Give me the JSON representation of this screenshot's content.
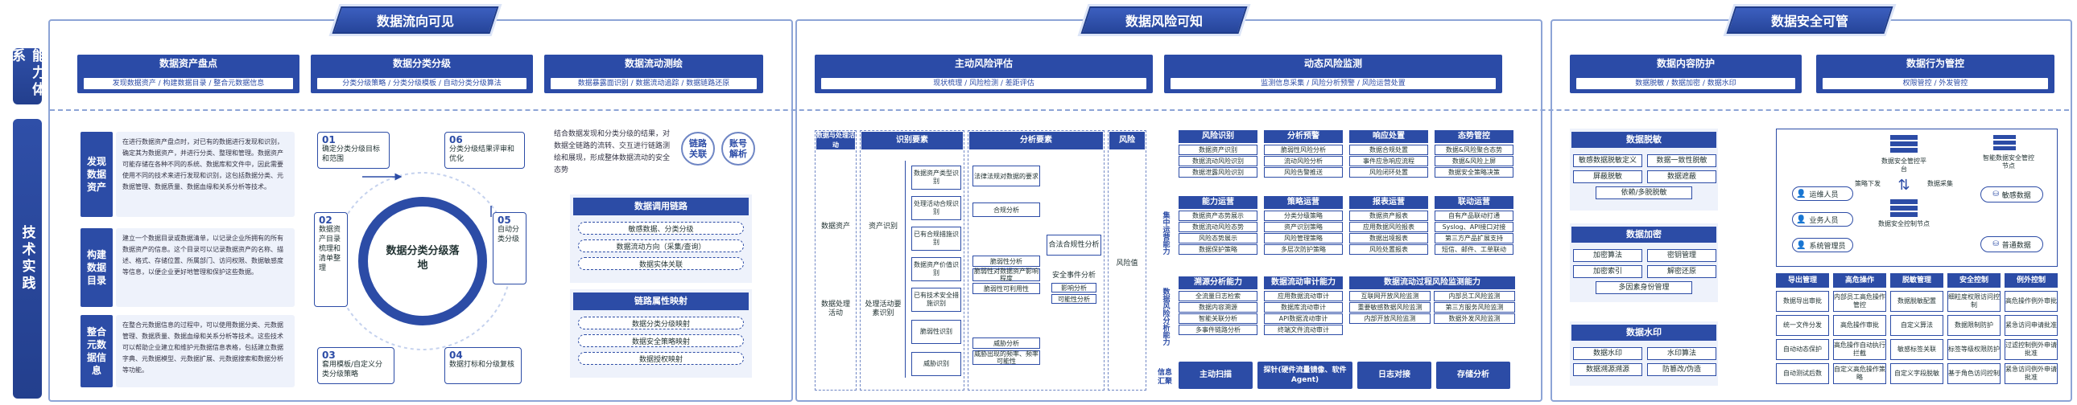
{
  "sections": {
    "s1": "数据流向可见",
    "s2": "数据风险可知",
    "s3": "数据安全可管"
  },
  "rows": {
    "cap": "能力体系",
    "tech": "技术实践"
  },
  "caps": [
    {
      "t": "数据资产盘点",
      "s": "发现数据资产 / 构建数据目录 / 整合元数据信息"
    },
    {
      "t": "数据分类分级",
      "s": "分类分级策略 / 分类分级模板 / 自动分类分级算法"
    },
    {
      "t": "数据流动测绘",
      "s": "数据暴露面识别 / 数据流动追踪 / 数据链路还原"
    },
    {
      "t": "主动风险评估",
      "s": "现状梳理 / 风险检测 / 差距评估"
    },
    {
      "t": "动态风险监测",
      "s": "监测信息采集 / 风险分析预警 / 风险运营处置"
    },
    {
      "t": "数据内容防护",
      "s": "数据脱敏 / 数据加密 / 数据水印"
    },
    {
      "t": "数据行为管控",
      "s": "权限管控 / 外发管控"
    }
  ],
  "left": {
    "items": [
      {
        "title": "发现数据资产",
        "text": "在进行数据资产盘点时，对已有的数据进行发现和识别，确定其为数据资产，并进行分类、整理和管理。数据资产可能存储在各种不同的系统、数据库和文件中，因此需要使用不同的技术来进行发现和识别，这包括数据分类、元数据管理、数据质量、数据血缘和关系分析等技术。"
      },
      {
        "title": "构建数据目录",
        "text": "建立一个数据目录或数据清单，以记录企业所拥有的所有数据资产的信息。这个目录可以记录数据资产的名称、描述、格式、存储位置、所属部门、访问权限、数据敏感度等信息，以便企业更好地管理和保护这些数据。"
      },
      {
        "title": "整合元数据信息",
        "text": "在整合元数据信息的过程中，可以使用数据分类、元数据管理、数据质量、数据血缘和关系分析等技术。这些技术可以帮助企业建立和维护元数据信息表格，包括建立数据字典、元数据模型、元数据扩展、元数据搜索和数据分析等功能。"
      }
    ],
    "center": "数据分类分级落地",
    "steps": [
      {
        "n": "01",
        "t": "确定分类分级目标和范围"
      },
      {
        "n": "02",
        "t": "数据资产目录梳理和清单整理"
      },
      {
        "n": "03",
        "t": "套用模板/自定义分类分级策略"
      },
      {
        "n": "04",
        "t": "数据打标和分级复核"
      },
      {
        "n": "05",
        "t": "自动分类分级"
      },
      {
        "n": "06",
        "t": "分类分级结果评审和优化"
      }
    ],
    "flowText": "结合数据发现和分类分级的结果，对数据全链路的流转、交互进行链路测绘和展现，形成整体数据流动的安全态势",
    "badges": [
      "链路关联",
      "账号解析"
    ],
    "g1": {
      "title": "数据调用链路",
      "items": [
        "敏感数据、分类分级",
        "数据流动方向（采集/查询）",
        "数据实体关联"
      ]
    },
    "g2": {
      "title": "链路属性映射",
      "items": [
        "数据分类分级映射",
        "数据安全策略映射",
        "数据授权映射"
      ]
    }
  },
  "mid": {
    "flow": {
      "lane1": "数据与处理活动",
      "lane2": "识别要素",
      "lane3": "分析要素",
      "lane4": "风险",
      "n1": "数据资产",
      "n2": "数据处理活动",
      "n3": "资产识别",
      "n4": "处理活动要素识别",
      "e": [
        "数据资产类型识别",
        "处理活动合规识别",
        "已有合规措施识别",
        "数据资产价值识别",
        "已有技术安全措施识别",
        "脆弱性识别",
        "威胁识别"
      ],
      "a": [
        "法律法规对数据的要求",
        "合规分析",
        "脆弱性分析",
        "脆弱性对数据资产影响程度",
        "脆弱性可利用性",
        "威胁分析",
        "威胁出现的频率、频率可能性"
      ],
      "c1": "合法合规性分析",
      "c2": "安全事件分析",
      "c3": "影响分析",
      "c4": "可能性分析",
      "risk": "风险值"
    },
    "sideA": "集中运营能力",
    "sideB": "数据风险分析能力",
    "sideC": "信息汇聚",
    "grid1": [
      {
        "t": "风险识别",
        "i": [
          "数据资产识别",
          "数据流动风险识别",
          "数据泄露风险识别"
        ]
      },
      {
        "t": "分析预警",
        "i": [
          "脆弱性风险分析",
          "流动风险分析",
          "风险告警推送"
        ]
      },
      {
        "t": "响应处置",
        "i": [
          "数据合规处置",
          "事件应急响应流程",
          "风险闭环处置"
        ]
      },
      {
        "t": "态势管控",
        "i": [
          "数据&风险聚合态势",
          "数据&风险上屏",
          "数据安全策略决策"
        ]
      }
    ],
    "grid2": [
      {
        "t": "能力运营",
        "i": [
          "数据资产态势展示",
          "数据流动风险态势",
          "风险态势展示",
          "数据保护策略"
        ]
      },
      {
        "t": "策略运营",
        "i": [
          "分类分级策略",
          "资产识别策略",
          "风险管理策略",
          "多层次防护策略"
        ]
      },
      {
        "t": "报表运营",
        "i": [
          "数据资产报表",
          "应用数据风险报表",
          "数据出境报表",
          "风险处置报表"
        ]
      },
      {
        "t": "联动运营",
        "i": [
          "自有产品联动打通",
          "Syslog、API接口对接",
          "第三方产品扩展支持",
          "短信、邮件、工单联动"
        ]
      }
    ],
    "grid3": [
      {
        "t": "溯源分析能力",
        "i": [
          "全流量日志检索",
          "数据内容溯源",
          "智能关联分析",
          "多事件链路分析"
        ]
      },
      {
        "t": "数据流动审计能力",
        "i": [
          "应用数据流动审计",
          "数据库流动审计",
          "API数据流动审计",
          "终端文件流动审计"
        ]
      },
      {
        "t": "数据流动过程风险监测能力",
        "i": [
          "互联网开放风险监测",
          "内部员工风险监测",
          "重要敏感数据风险监测",
          "第三方服务风险监测",
          "内部开放风险监测",
          "数据外发风险监测"
        ]
      }
    ],
    "info": [
      "主动扫描",
      "探针(硬件流量镜像、软件Agent)",
      "日志对接",
      "存储分析"
    ]
  },
  "right": {
    "g1": {
      "title": "数据脱敏",
      "items": [
        "敏感数据脱敏定义",
        "数据一致性脱敏",
        "屏蔽脱敏",
        "数据遮蔽",
        "依赖/多脱脱敏"
      ]
    },
    "g2": {
      "title": "数据加密",
      "items": [
        "加密算法",
        "密钥管理",
        "加密索引",
        "解密还原",
        "多因素身份管理"
      ]
    },
    "g3": {
      "title": "数据水印",
      "items": [
        "数据水印",
        "水印算法",
        "数据溯源溯源",
        "防篡改/伪造"
      ]
    },
    "diagram": {
      "center1": "数据安全管控平台",
      "center2": "数据安全控制节点",
      "l1": "运维人员",
      "l2": "业务人员",
      "l3": "系统管理员",
      "r1": "智能数据安全管控节点",
      "r2": "敏感数据",
      "r3": "普通数据",
      "a1": "策略下发",
      "a2": "数据采集"
    },
    "cols": [
      {
        "t": "导出管理",
        "i": [
          "数据导出审批",
          "统一文件分发",
          "自动动态保护",
          "自动测试后数"
        ]
      },
      {
        "t": "高危操作",
        "i": [
          "内部员工高危操作管控",
          "高危操作审批",
          "高危操作自动执行拦截",
          "自定义高危操作策略"
        ]
      },
      {
        "t": "脱敏管理",
        "i": [
          "数据脱敏配置",
          "自定义算法",
          "敏感标签关联",
          "自定义字段脱敏"
        ]
      },
      {
        "t": "安全控制",
        "i": [
          "细粒度权限访问控制",
          "数据限制防护",
          "标签等级权限防护",
          "基于角色访问控制"
        ]
      },
      {
        "t": "例外控制",
        "i": [
          "高危操作例外审批",
          "紧急访问申请批准",
          "过滤控制例外申请批准",
          "紧急访问例外申请批准"
        ]
      }
    ]
  }
}
